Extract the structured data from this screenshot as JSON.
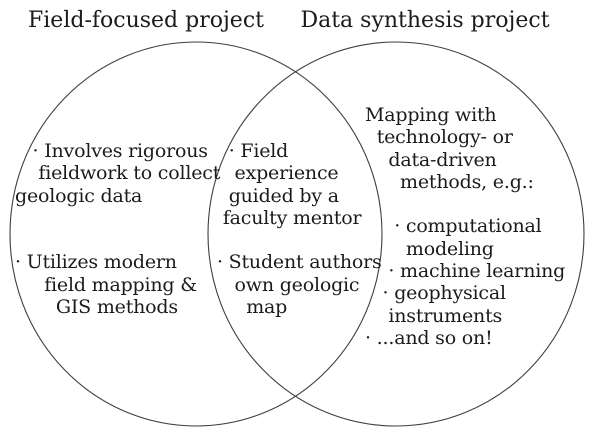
{
  "venn": {
    "left_title": "Field-focused project",
    "right_title": "Data synthesis project",
    "left_text": "   · Involves rigorous\n    fieldwork to collect\ngeologic data\n\n\n· Utilizes modern\n     field mapping &\n       GIS methods",
    "middle_text": "  · Field\n   experience\n  guided by a\n faculty mentor\n\n· Student authors\n   own geologic\n     map",
    "right_text": "Mapping with\n  technology- or\n    data-driven\n      methods, e.g.:\n\n     · computational\n       modeling\n    · machine learning\n   · geophysical\n    instruments\n· ...and so on!",
    "left_items": [
      "Involves rigorous fieldwork to collect geologic data",
      "Utilizes modern field mapping & GIS methods"
    ],
    "overlap_items": [
      "Field experience guided by a faculty mentor",
      "Student authors own geologic map"
    ],
    "right_heading": "Mapping with technology- or data-driven methods, e.g.:",
    "right_items": [
      "computational modeling",
      "machine learning",
      "geophysical instruments",
      "...and so on!"
    ],
    "colors": {
      "background": "#ffffff",
      "text": "#1b1b1b",
      "circle_stroke": "#3f3f3f"
    }
  }
}
